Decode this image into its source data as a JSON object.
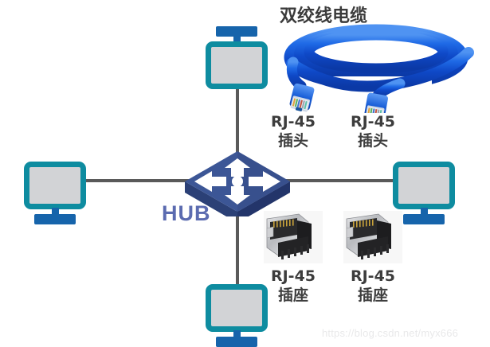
{
  "diagram": {
    "title": "双绞线电缆",
    "hub_label": "HUB",
    "watermark": "https://blog.csdn.net/myx666",
    "colors": {
      "link_line": "#5a5a5a",
      "monitor_border": "#0e8ca0",
      "monitor_screen": "#d2d3d6",
      "monitor_stand": "#1664ab",
      "hub_top": "#3a5490",
      "hub_side": "#2e447a",
      "hub_label": "#5b6bb0",
      "cable_blue": "#1565e0",
      "background": "#ffffff",
      "text": "#3d3d3d",
      "watermark": "#e9e9ea"
    },
    "nodes": [
      {
        "id": "computer-top",
        "name": "computer",
        "icon": "monitor-icon"
      },
      {
        "id": "computer-left",
        "name": "computer",
        "icon": "monitor-icon"
      },
      {
        "id": "computer-right",
        "name": "computer",
        "icon": "monitor-icon"
      },
      {
        "id": "computer-bottom",
        "name": "computer",
        "icon": "monitor-icon"
      },
      {
        "id": "hub",
        "name": "HUB",
        "icon": "network-switch-icon"
      }
    ],
    "links": [
      {
        "from": "computer-top",
        "to": "hub"
      },
      {
        "from": "computer-left",
        "to": "hub"
      },
      {
        "from": "computer-right",
        "to": "hub"
      },
      {
        "from": "computer-bottom",
        "to": "hub"
      }
    ],
    "plug_labels": [
      {
        "line1": "RJ-45",
        "line2": "插头"
      },
      {
        "line1": "RJ-45",
        "line2": "插头"
      }
    ],
    "socket_labels": [
      {
        "line1": "RJ-45",
        "line2": "插座"
      },
      {
        "line1": "RJ-45",
        "line2": "插座"
      }
    ],
    "photos": [
      {
        "id": "twisted-pair-cable",
        "alt": "双绞线电缆"
      },
      {
        "id": "rj45-jack-left",
        "alt": "RJ-45 插座"
      },
      {
        "id": "rj45-jack-right",
        "alt": "RJ-45 插座"
      }
    ]
  }
}
